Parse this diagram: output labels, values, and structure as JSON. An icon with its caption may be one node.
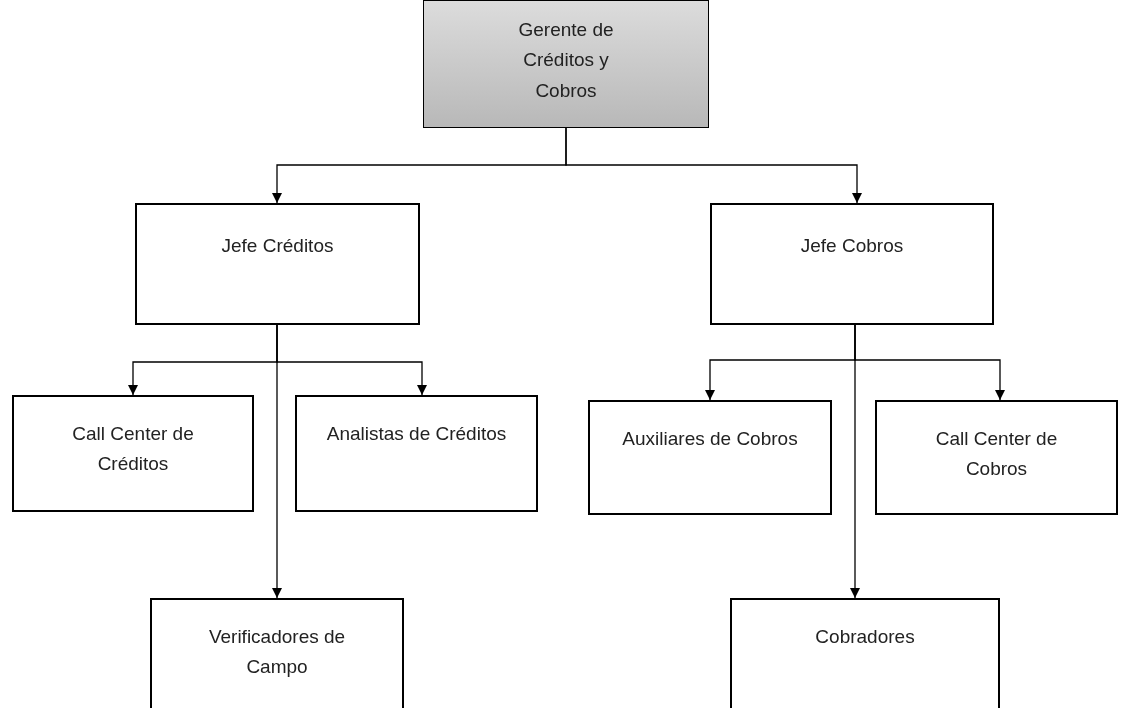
{
  "diagram": {
    "nodes": [
      {
        "text": [
          "Gerente de Créditos y Cobros"
        ]
      },
      {
        "text": [
          "Jefe Créditos"
        ]
      },
      {
        "text": [
          "Jefe Cobros"
        ]
      },
      {
        "text": [
          "Call Center de Créditos"
        ]
      },
      {
        "text": [
          "Analistas de Créditos"
        ]
      },
      {
        "text": [
          "Auxiliares de Cobros"
        ]
      },
      {
        "text": [
          "Call Center de Cobros"
        ]
      },
      {
        "text": [
          "Verificadores de Campo"
        ]
      },
      {
        "text": [
          "Cobradores"
        ]
      }
    ],
    "edges": [
      {
        "from": 0,
        "to": 1,
        "arrow": "to"
      },
      {
        "from": 0,
        "to": 2,
        "arrow": "to"
      },
      {
        "from": 1,
        "to": 3,
        "arrow": "to"
      },
      {
        "from": 1,
        "to": 4,
        "arrow": "to"
      },
      {
        "from": 1,
        "to": 7,
        "arrow": "to"
      },
      {
        "from": 2,
        "to": 5,
        "arrow": "to"
      },
      {
        "from": 2,
        "to": 6,
        "arrow": "to"
      },
      {
        "from": 2,
        "to": 8,
        "arrow": "to"
      }
    ]
  }
}
